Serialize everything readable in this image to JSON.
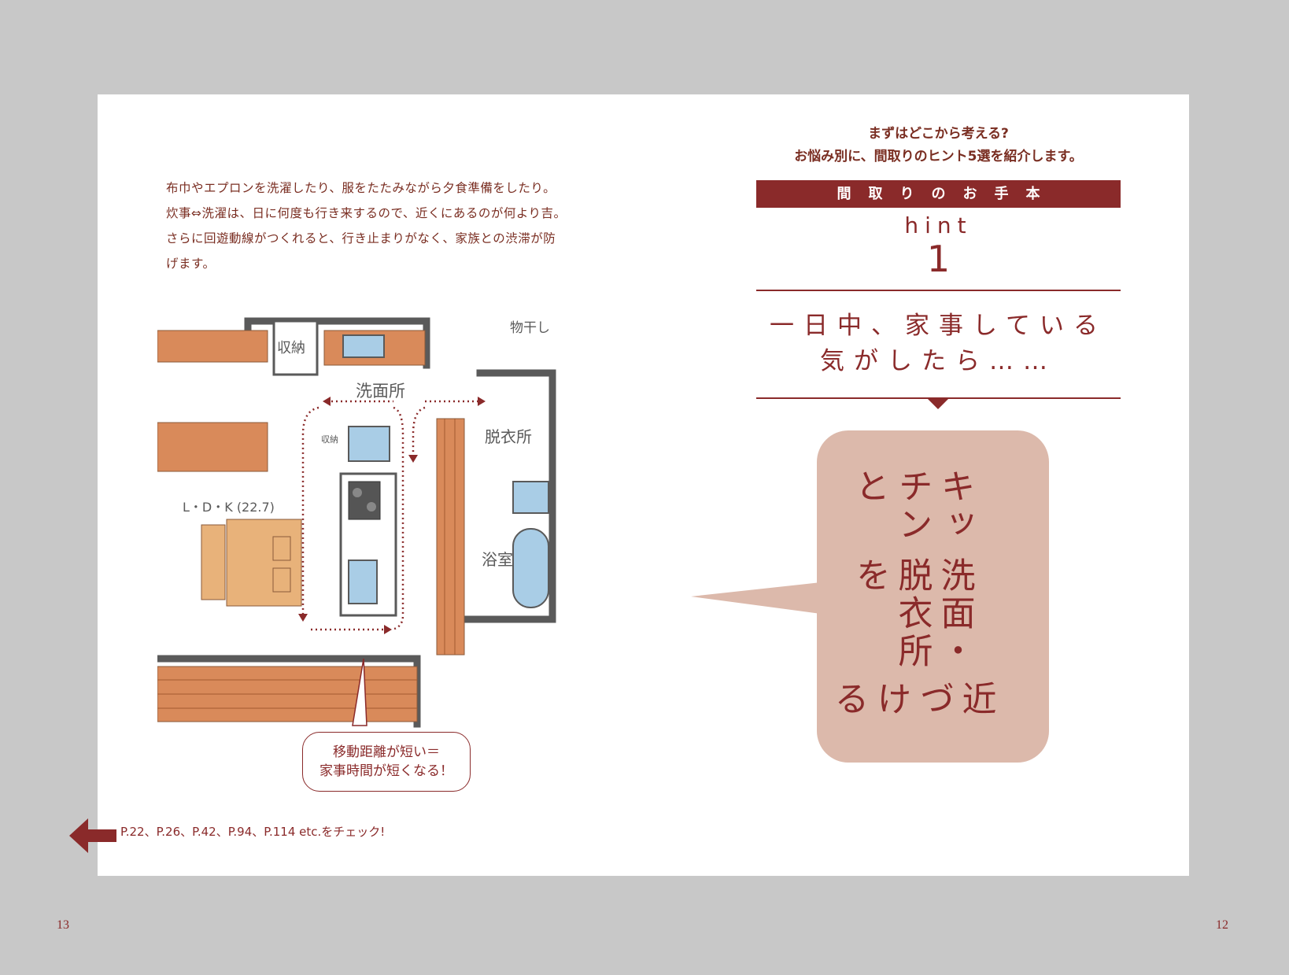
{
  "left_page": {
    "intro_lines": [
      "布巾やエプロンを洗濯したり、服をたたみながら夕食準備をしたり。",
      "炊事⇔洗濯は、日に何度も行き来するので、近くにあるのが何より吉。",
      "さらに回遊動線がつくれると、行き止まりがなく、家族との渋滞が防",
      "げます。"
    ],
    "plan_labels": {
      "storage_top": "収納",
      "storage_small": "収納",
      "washroom": "洗面所",
      "dressing": "脱衣所",
      "bathroom": "浴室",
      "ldk": "L・D・K (22.7)",
      "drying": "物干し"
    },
    "callout_lines": [
      "移動距離が短い＝",
      "家事時間が短くなる！"
    ],
    "cross_ref": "P.22、P.26、P.42、P.94、P.114 etc.をチェック!",
    "page_number": "13"
  },
  "right_page": {
    "lead_lines": [
      "まずはどこから考える?",
      "お悩み別に、間取りのヒント5選を紹介します。"
    ],
    "band_label": "間取りのお手本",
    "hint_word": "hint",
    "hint_number": "1",
    "headline_lines": [
      "一日中、家事している",
      "気がしたら……"
    ],
    "bubble_lines": [
      "キッチンと",
      "洗面・脱衣所を",
      "近づける"
    ],
    "page_number": "12"
  },
  "colors": {
    "accent": "#8a2a2a",
    "bubble": "#dcb9ab",
    "wood": "#d98a5a",
    "water": "#a9cde6",
    "wall": "#5a5a5a"
  }
}
